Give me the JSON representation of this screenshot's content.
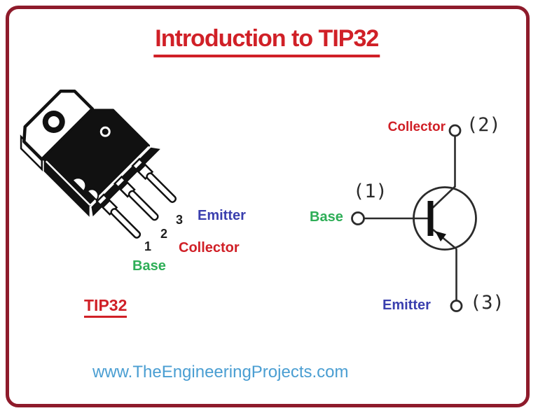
{
  "frame": {
    "border_color": "#8e1b2b"
  },
  "title": {
    "text": "Introduction to TIP32",
    "color": "#d02027"
  },
  "package": {
    "caption": "TIP32",
    "caption_color": "#d02027",
    "body_color": "#111111",
    "pins": [
      {
        "number": "1",
        "label": "Base",
        "color": "#2eae57"
      },
      {
        "number": "2",
        "label": "Collector",
        "color": "#d02027"
      },
      {
        "number": "3",
        "label": "Emitter",
        "color": "#3a3fae"
      }
    ]
  },
  "schematic": {
    "line_color": "#2b2b2b",
    "terminals": [
      {
        "label": "Collector",
        "pin_ref": "(2)",
        "color": "#d02027"
      },
      {
        "label": "Base",
        "pin_ref": "(1)",
        "color": "#2eae57"
      },
      {
        "label": "Emitter",
        "pin_ref": "(3)",
        "color": "#3a3fae"
      }
    ]
  },
  "footer": {
    "url": "www.TheEngineeringProjects.com",
    "color": "#4a9ed2"
  }
}
